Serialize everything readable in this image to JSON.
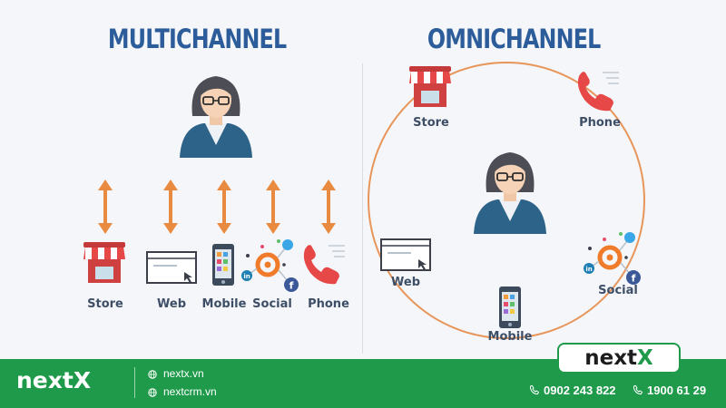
{
  "multichannel": {
    "title": "MULTICHANNEL",
    "labels": [
      "Store",
      "Web",
      "Mobile",
      "Social",
      "Phone"
    ]
  },
  "omnichannel": {
    "title": "OMNICHANNEL",
    "labels": {
      "store": "Store",
      "phone": "Phone",
      "web": "Web",
      "mobile": "Mobile",
      "social": "Social"
    }
  },
  "footer": {
    "brand": "nextX",
    "links": [
      "nextx.vn",
      "nextcrm.vn"
    ],
    "phones": [
      "0902 243 822",
      "1900 61 29"
    ],
    "logo_main": "next",
    "logo_accent": "X"
  },
  "colors": {
    "title": "#2c5d9a",
    "arrow": "#e88a3f",
    "circle": "#e8955a",
    "footer_bg": "#1e9a4a",
    "label": "#3d4e66"
  }
}
